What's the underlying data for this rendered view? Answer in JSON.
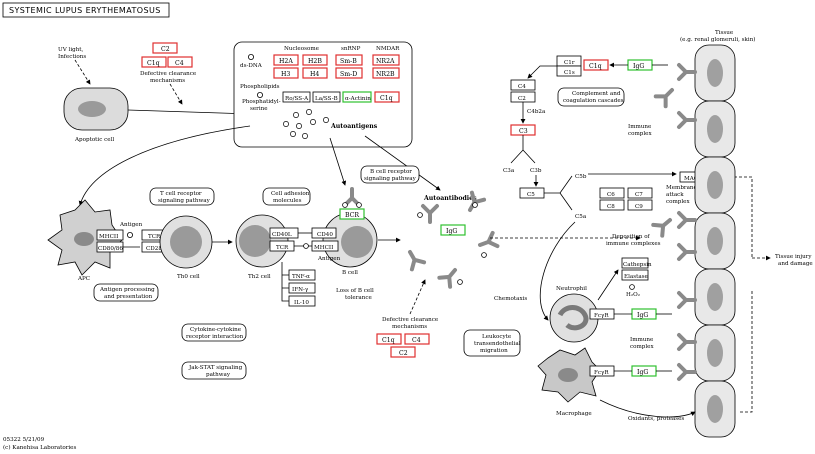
{
  "title": "SYSTEMIC LUPUS ERYTHEMATOSUS",
  "footer": {
    "code": "05322 5/21/09",
    "copyright": "(c) Kanehisa Laboratories"
  },
  "labels": {
    "uv": "UV light,",
    "uv2": "Infections",
    "apoptotic": "Apoptotic cell",
    "defective1": "Defective clearance",
    "defective1b": "mechanisms",
    "defective2": "Defective clearance",
    "defective2b": "mechanisms",
    "nucleosome": "Nucleosome",
    "snrnp": "snRNP",
    "nmdar": "NMDAR",
    "dsdna": "ds-DNA",
    "phospholipids": "Phospholipids",
    "phosphatidyl": "Phosphatidyl-",
    "serine": "serine",
    "autoantigens": "Autoantigens",
    "autoantibodies": "Autoantibodies",
    "tissue": "Tissue",
    "tissue2": "(e.g. renal glomeruli, skin)",
    "complement": "Complement and",
    "complement2": "coagulation cascades",
    "immune1": "Immune",
    "immune1b": "complex",
    "immune2": "Immune",
    "immune2b": "complex",
    "c4b2a": "C4b2a",
    "c3a": "C3a",
    "c3b": "C3b",
    "c5a": "C5a",
    "c5b": "C5b",
    "mac_text": "Membrane",
    "mac_text2": "attack",
    "mac_text3": "complex",
    "deposition": "Deposition of",
    "deposition2": "immune complexes",
    "tissue_injury": "Tissue injury",
    "tissue_injury2": "and damage",
    "bcr_pathway": "B cell receptor",
    "bcr_pathway2": "signaling pathway",
    "tcr_pathway": "T cell receptor",
    "tcr_pathway2": "signaling pathway",
    "adhesion": "Cell adhesion",
    "adhesion2": "molecules",
    "antigen1": "Antigen",
    "antigen2": "Antigen",
    "apc": "APC",
    "th0": "Th0 cell",
    "th2": "Th2 cell",
    "bcell": "B cell",
    "loss": "Loss of B cell",
    "loss2": "tolerance",
    "processing": "Antigen processing",
    "processing2": "and presentation",
    "cytokine": "Cytokine-cytokine",
    "cytokine2": "receptor interaction",
    "jak": "Jak-STAT signaling",
    "jak2": "pathway",
    "chemotaxis": "Chemotaxis",
    "leukocyte": "Leukocyte",
    "leukocyte2": "transendothelial",
    "leukocyte3": "migration",
    "neutrophil": "Neutrophil",
    "macrophage": "Macrophage",
    "oxidants": "Oxidants, proteases",
    "h2o2": "H₂O₂"
  },
  "red_genes": {
    "c2a": "C2",
    "c1qa": "C1q",
    "c4a": "C4",
    "h2a": "H2A",
    "h2b": "H2B",
    "h3": "H3",
    "h4": "H4",
    "smb": "Sm-B",
    "smd": "Sm-D",
    "nr2a": "NR2A",
    "nr2b": "NR2B",
    "actinin": "α-Actinin",
    "c1q_ag": "C1q",
    "c1q_top": "C1q",
    "c3": "C3",
    "c1qb": "C1q",
    "c4b": "C4",
    "c2b": "C2"
  },
  "green_genes": {
    "igg_top": "IgG",
    "bcr": "BCR",
    "igg_mid": "IgG",
    "igg_n": "IgG",
    "igg_m": "IgG"
  },
  "black_genes": {
    "rossa": "Ro/SS-A",
    "lassb": "La/SS-B",
    "c1r": "C1r",
    "c1s": "C1s",
    "c4": "C4",
    "c2": "C2",
    "c5": "C5",
    "c6": "C6",
    "c7": "C7",
    "c8": "C8",
    "c9": "C9",
    "mac": "MAC",
    "mhcii_a": "MHCII",
    "cd80": "CD80/86",
    "tcr_a": "TCR",
    "cd28": "CD28",
    "cd40l": "CD40L",
    "cd40": "CD40",
    "tcr_b": "TCR",
    "mhcii_b": "MHCII",
    "tnfa": "TNF-α",
    "ifng": "IFN-γ",
    "il10": "IL-10",
    "cathepsin": "Cathepsin",
    "elastase": "Elastase",
    "fcgr_n": "FcγR",
    "fcgr_m": "FcγR"
  }
}
